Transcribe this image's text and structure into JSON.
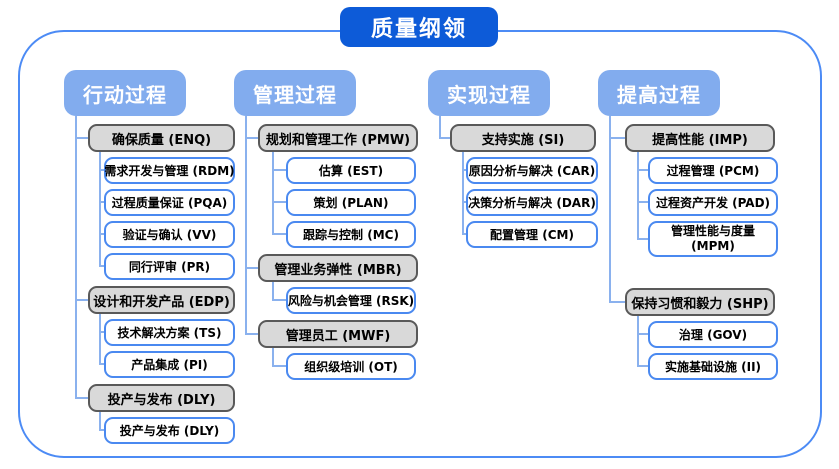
{
  "title": "质量纲领",
  "colors": {
    "title_bg": "#0D5BD8",
    "header_bg": "#82ACEE",
    "connector_line": "#8AB1EE",
    "parent_box_fill": "#D9D9D9",
    "parent_box_border": "#595959",
    "child_box_border": "#4A89F0",
    "frame_border": "#4C8BF5"
  },
  "columns": [
    {
      "header": "行动过程",
      "groups": [
        {
          "label": "确保质量 (ENQ)",
          "children": [
            "需求开发与管理 (RDM)",
            "过程质量保证 (PQA)",
            "验证与确认 (VV)",
            "同行评审 (PR)"
          ]
        },
        {
          "label": "设计和开发产品 (EDP)",
          "children": [
            "技术解决方案 (TS)",
            "产品集成 (PI)"
          ]
        },
        {
          "label": "投产与发布 (DLY)",
          "children": [
            "投产与发布 (DLY)"
          ]
        }
      ]
    },
    {
      "header": "管理过程",
      "groups": [
        {
          "label": "规划和管理工作 (PMW)",
          "children": [
            "估算 (EST)",
            "策划 (PLAN)",
            "跟踪与控制 (MC)"
          ]
        },
        {
          "label": "管理业务弹性 (MBR)",
          "children": [
            "风险与机会管理 (RSK)"
          ]
        },
        {
          "label": "管理员工 (MWF)",
          "children": [
            "组织级培训 (OT)"
          ]
        }
      ]
    },
    {
      "header": "实现过程",
      "groups": [
        {
          "label": "支持实施 (SI)",
          "children": [
            "原因分析与解决 (CAR)",
            "决策分析与解决 (DAR)",
            "配置管理 (CM)"
          ]
        }
      ]
    },
    {
      "header": "提高过程",
      "groups": [
        {
          "label": "提高性能 (IMP)",
          "children": [
            "过程管理 (PCM)",
            "过程资产开发 (PAD)",
            "管理性能与度量 (MPM)"
          ]
        },
        {
          "label": "保持习惯和毅力 (SHP)",
          "children": [
            "治理 (GOV)",
            "实施基础设施 (II)"
          ]
        }
      ]
    }
  ]
}
